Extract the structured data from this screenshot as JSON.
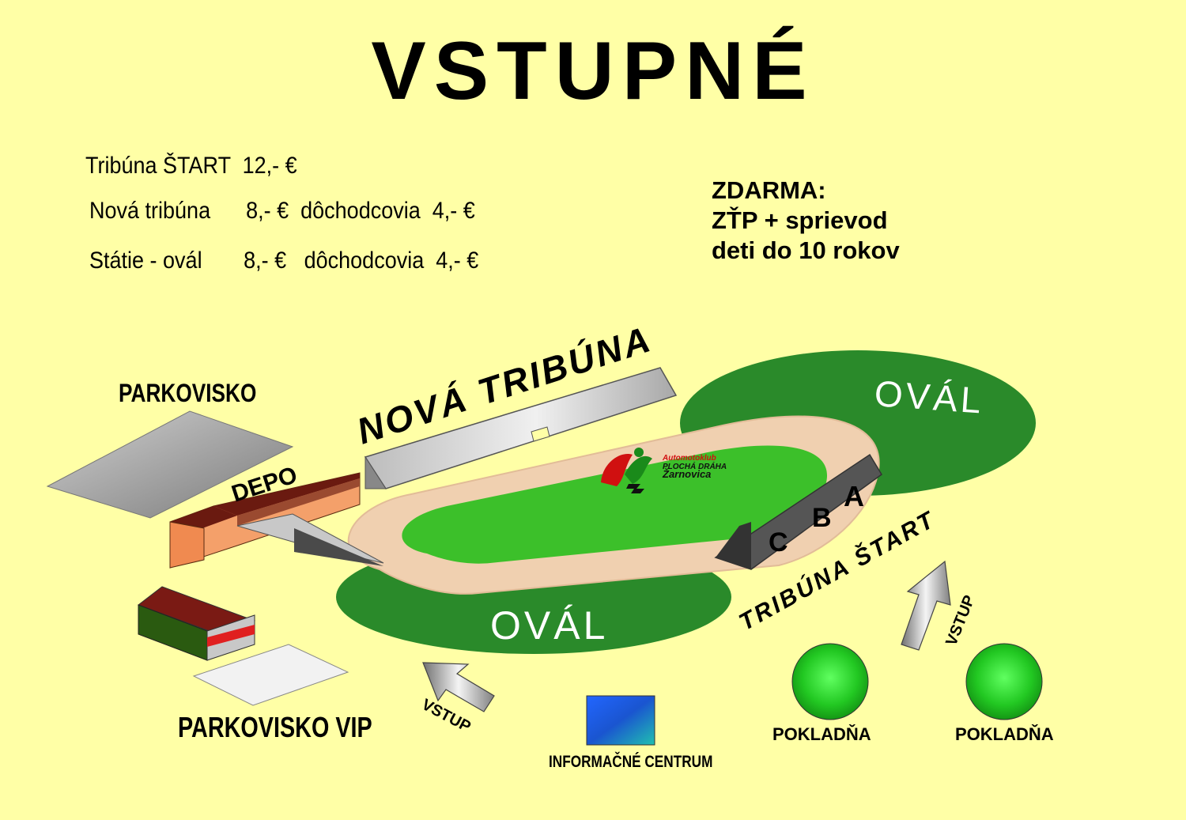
{
  "title": "VSTUPNÉ",
  "prices": [
    {
      "row": "Tribúna ŠTART  12,- €"
    },
    {
      "row": "Nová tribúna      8,- €  dôchodcovia  4,- €"
    },
    {
      "row": "Státie - ovál       8,- €   dôchodcovia  4,- €"
    }
  ],
  "free": {
    "heading": "ZDARMA:",
    "lines": [
      "ZŤP + sprievod",
      "deti do 10 rokov"
    ]
  },
  "map": {
    "parkovisko": "PARKOVISKO",
    "parkovisko_vip": "PARKOVISKO VIP",
    "depo": "DEPO",
    "nova_tribuna": "NOVÁ TRIBÚNA",
    "tribuna_start": "TRIBÚNA ŠTART",
    "oval_top": "OVÁL",
    "oval_bottom": "OVÁL",
    "sectors": [
      "C",
      "B",
      "A"
    ],
    "vstup_left": "VSTUP",
    "vstup_right": "VSTUP",
    "pokladna_left": "POKLADŇA",
    "pokladna_right": "POKLADŇA",
    "info": "INFORMAČNÉ CENTRUM",
    "logo": [
      "Automotoklub",
      "PLOCHÁ DRÁHA",
      "Žarnovica"
    ]
  },
  "colors": {
    "background": "#ffffa6",
    "oval_green": "#2a8a2a",
    "field_green": "#3cc02a",
    "track": "#f0d0b0",
    "cashier": "#20c020",
    "info_blue": "#1a66e0"
  }
}
